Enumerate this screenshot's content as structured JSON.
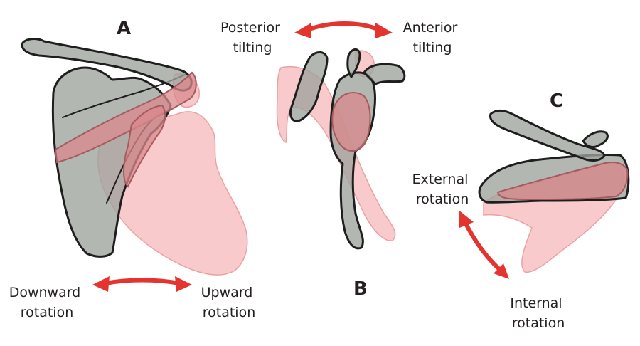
{
  "panels": {
    "a": {
      "letter": "A",
      "left_label": [
        "Downward",
        "rotation"
      ],
      "right_label": [
        "Upward",
        "rotation"
      ]
    },
    "b": {
      "letter": "B",
      "left_label": [
        "Posterior",
        "tilting"
      ],
      "right_label": [
        "Anterior",
        "tilting"
      ]
    },
    "c": {
      "letter": "C",
      "top_label": [
        "External",
        "rotation"
      ],
      "bottom_label": [
        "Internal",
        "rotation"
      ]
    }
  },
  "colors": {
    "arrow": "#e3342f",
    "grey_bone": "#9ea39c",
    "pink_bone": "#f3a7a9",
    "outline": "#1e1e1e",
    "text": "#231f20"
  }
}
